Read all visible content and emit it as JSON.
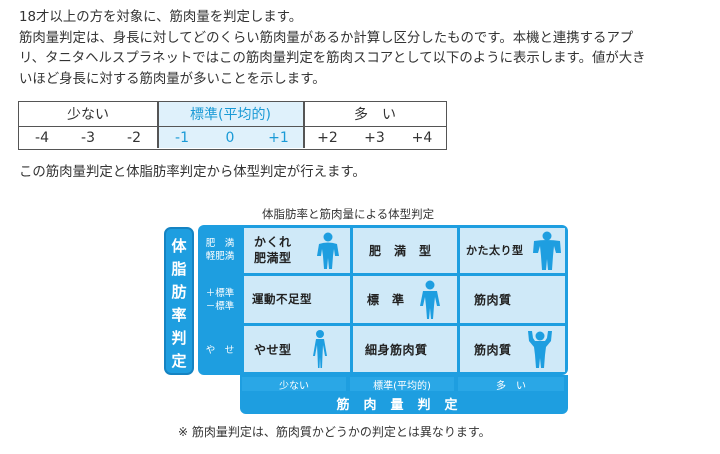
{
  "intro": {
    "line1": "18才以上の方を対象に、筋肉量を判定します。",
    "line2": "筋肉量判定は、身長に対してどのくらい筋肉量があるか計算し区分したものです。本機と連携するアプ",
    "line3": "リ、タニタヘルスプラネットではこの筋肉量判定を筋肉スコアとして以下のように表示します。値が大き",
    "line4": "いほど身長に対する筋肉量が多いことを示します。"
  },
  "score_table": {
    "headers": {
      "low": "少ない",
      "avg": "標準(平均的)",
      "high": "多　い"
    },
    "values": [
      "-4",
      "-3",
      "-2",
      "-1",
      "0",
      "+1",
      "+2",
      "+3",
      "+4"
    ]
  },
  "note1": "この筋肉量判定と体脂肪率判定から体型判定が行えます。",
  "diagram": {
    "title": "体脂肪率と筋肉量による体型判定",
    "vertical_label": [
      "体",
      "脂",
      "肪",
      "率",
      "判",
      "定"
    ],
    "row_labels": [
      [
        "肥　満",
        "軽肥満"
      ],
      [
        "＋標準",
        "－標準"
      ],
      [
        "や　せ"
      ]
    ],
    "cells": [
      [
        "かくれ\n肥満型",
        "肥　満　型",
        "かた太り型"
      ],
      [
        "運動不足型",
        "標　準",
        "筋肉質"
      ],
      [
        "やせ型",
        "細身筋肉質",
        "筋肉質"
      ]
    ],
    "col_labels": [
      "少ない",
      "標準(平均的)",
      "多　い"
    ],
    "bottom_label": "筋肉量判定",
    "colors": {
      "accent": "#1e9ee0",
      "cell": "#cfe9f8",
      "figure": "#1e9ee0"
    }
  },
  "note2": "※ 筋肉量判定は、筋肉質かどうかの判定とは異なります。"
}
